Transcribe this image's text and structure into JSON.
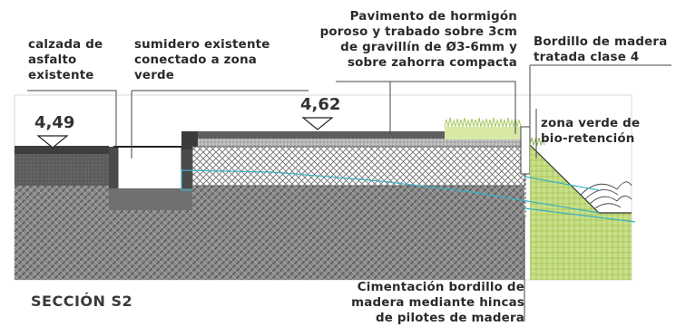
{
  "labels": {
    "calzada": "calzada de\nasfalto\nexistente",
    "sumidero": "sumidero existente\nconectado a zona\nverde",
    "pavimento": "Pavimento de hormigón\nporoso y trabado sobre 3cm\nde gravillín de Ø3-6mm y\nsobre zahorra compacta",
    "bordillo": "Bordillo de madera\ntratada clase 4",
    "zona_verde": "zona verde de\nbio-retención",
    "cimentacion": "Cimentación bordillo de\nmadera mediante hincas\nde pilotes de madera"
  },
  "elevations": {
    "left": "4,49",
    "mid": "4,62"
  },
  "section_title": "SECCIÓN S2",
  "colors": {
    "ground_dark": "#6e6e6e",
    "asphalt": "#5a5a5a",
    "gravel": "#bdbdbd",
    "water_line": "#3ab0c0",
    "green": "#b5d56a"
  }
}
